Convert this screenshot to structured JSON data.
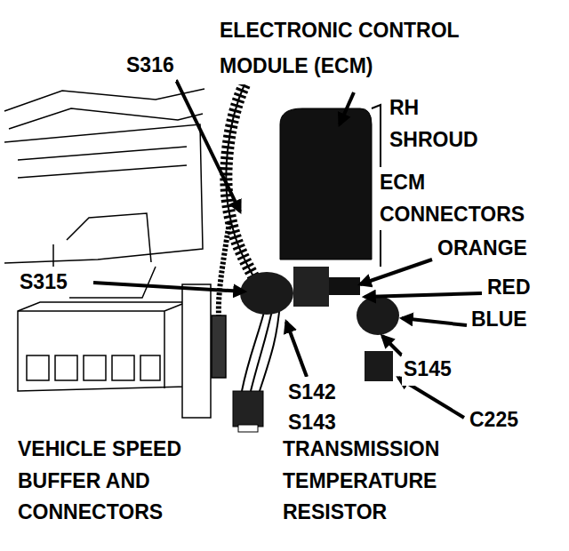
{
  "diagram": {
    "labels": [
      "ELECTRONIC CONTROL MODULE (ECM)",
      "S316",
      "RH SHROUD",
      "ECM CONNECTORS",
      "ORANGE",
      "RED",
      "BLUE",
      "S315",
      "S145",
      "S142",
      "S143",
      "C225",
      "VEHICLE SPEED BUFFER AND CONNECTORS",
      "TRANSMISSION TEMPERATURE RESISTOR"
    ]
  }
}
